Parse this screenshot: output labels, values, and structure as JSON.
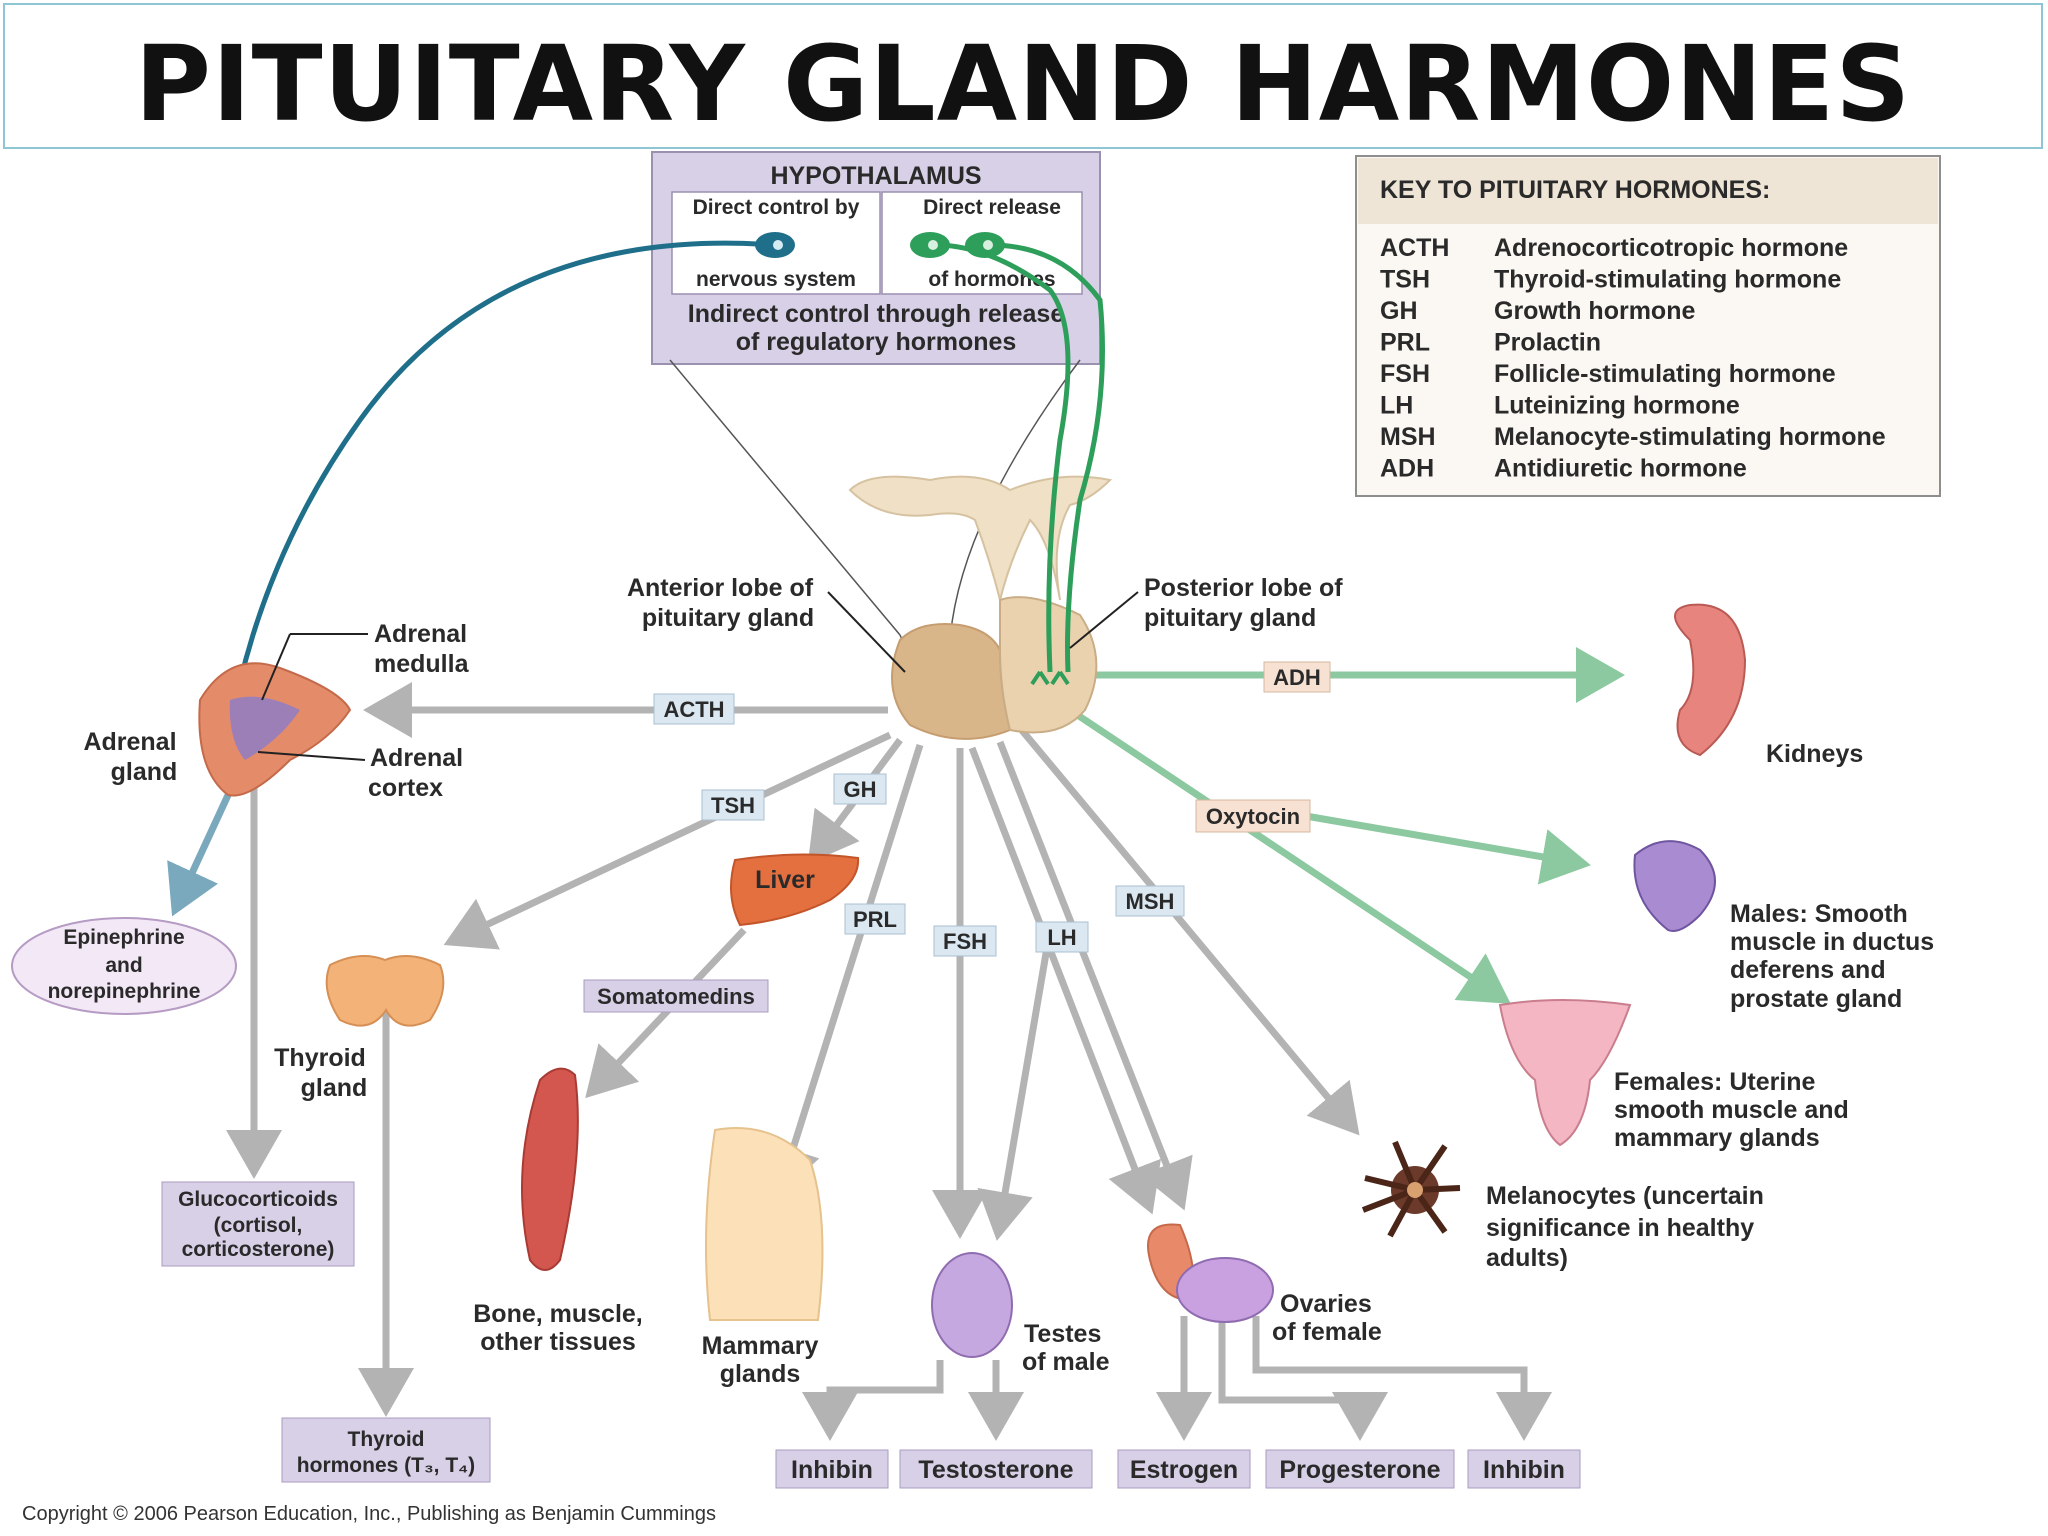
{
  "title": "PITUITARY GLAND HARMONES",
  "hypothalamus": {
    "heading": "HYPOTHALAMUS",
    "left_top": "Direct control by",
    "left_bottom": "nervous system",
    "right_top": "Direct release",
    "right_bottom": "of hormones",
    "indirect_1": "Indirect control through release",
    "indirect_2": "of regulatory hormones"
  },
  "key": {
    "heading": "KEY TO PITUITARY HORMONES:",
    "items": [
      {
        "abbr": "ACTH",
        "name": "Adrenocorticotropic hormone"
      },
      {
        "abbr": "TSH",
        "name": "Thyroid-stimulating hormone"
      },
      {
        "abbr": "GH",
        "name": "Growth hormone"
      },
      {
        "abbr": "PRL",
        "name": "Prolactin"
      },
      {
        "abbr": "FSH",
        "name": "Follicle-stimulating hormone"
      },
      {
        "abbr": "LH",
        "name": "Luteinizing hormone"
      },
      {
        "abbr": "MSH",
        "name": "Melanocyte-stimulating hormone"
      },
      {
        "abbr": "ADH",
        "name": "Antidiuretic hormone"
      }
    ]
  },
  "labels": {
    "anterior_1": "Anterior lobe of",
    "anterior_2": "pituitary gland",
    "posterior_1": "Posterior lobe of",
    "posterior_2": "pituitary gland",
    "adrenal_medulla_1": "Adrenal",
    "adrenal_medulla_2": "medulla",
    "adrenal_gland_1": "Adrenal",
    "adrenal_gland_2": "gland",
    "adrenal_cortex_1": "Adrenal",
    "adrenal_cortex_2": "cortex",
    "kidneys": "Kidneys",
    "males_1": "Males: Smooth",
    "males_2": "muscle in ductus",
    "males_3": "deferens and",
    "males_4": "prostate gland",
    "females_1": "Females: Uterine",
    "females_2": "smooth muscle and",
    "females_3": "mammary glands",
    "melano_1": "Melanocytes (uncertain",
    "melano_2": "significance in healthy",
    "melano_3": "adults)",
    "epi_1": "Epinephrine",
    "epi_2": "and",
    "epi_3": "norepinephrine",
    "thyroid_1": "Thyroid",
    "thyroid_2": "gland",
    "liver": "Liver",
    "bone_1": "Bone, muscle,",
    "bone_2": "other tissues",
    "mammary_1": "Mammary",
    "mammary_2": "glands",
    "testes_1": "Testes",
    "testes_2": "of male",
    "ovaries_1": "Ovaries",
    "ovaries_2": "of female"
  },
  "tags": {
    "acth": "ACTH",
    "tsh": "TSH",
    "gh": "GH",
    "prl": "PRL",
    "fsh": "FSH",
    "lh": "LH",
    "msh": "MSH",
    "adh": "ADH",
    "oxytocin": "Oxytocin",
    "somatomedins": "Somatomedins"
  },
  "outputs": {
    "gluco_1": "Glucocorticoids",
    "gluco_2": "(cortisol,",
    "gluco_3": "corticosterone)",
    "thyroidh_1": "Thyroid",
    "thyroidh_2": "hormones (T₃, T₄)",
    "inhibin_m": "Inhibin",
    "testosterone": "Testosterone",
    "estrogen": "Estrogen",
    "progesterone": "Progesterone",
    "inhibin_f": "Inhibin"
  },
  "copyright": "Copyright © 2006 Pearson Education, Inc., Publishing as Benjamin Cummings",
  "colors": {
    "gray_arrow": "#b3b3b3",
    "green_arrow": "#8cc9a0",
    "neuron_green": "#2e9e5b",
    "neuron_blue": "#1f6f8b",
    "hypo_box": "#d8d0e6",
    "tag_blue": "#dbe8f2",
    "tag_peach": "#f6e1d2",
    "pituitary": "#e3c29a"
  }
}
